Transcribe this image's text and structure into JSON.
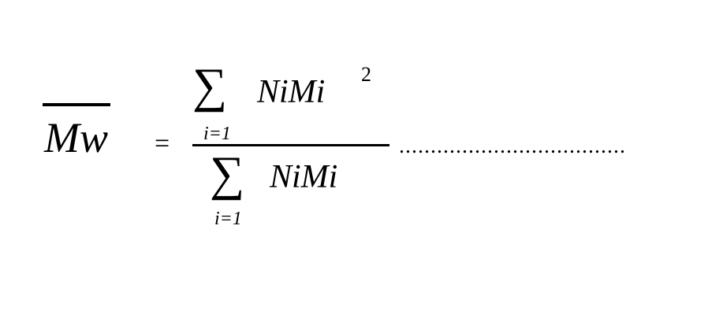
{
  "formula": {
    "lhs": "Mw",
    "equals": "=",
    "numerator": {
      "sum_symbol": "∑",
      "sum_subscript": "i=1",
      "term": "NiMi",
      "exponent": "2"
    },
    "denominator": {
      "sum_symbol": "∑",
      "sum_subscript": "i=1",
      "term": "NiMi"
    },
    "dots": "...................................."
  }
}
